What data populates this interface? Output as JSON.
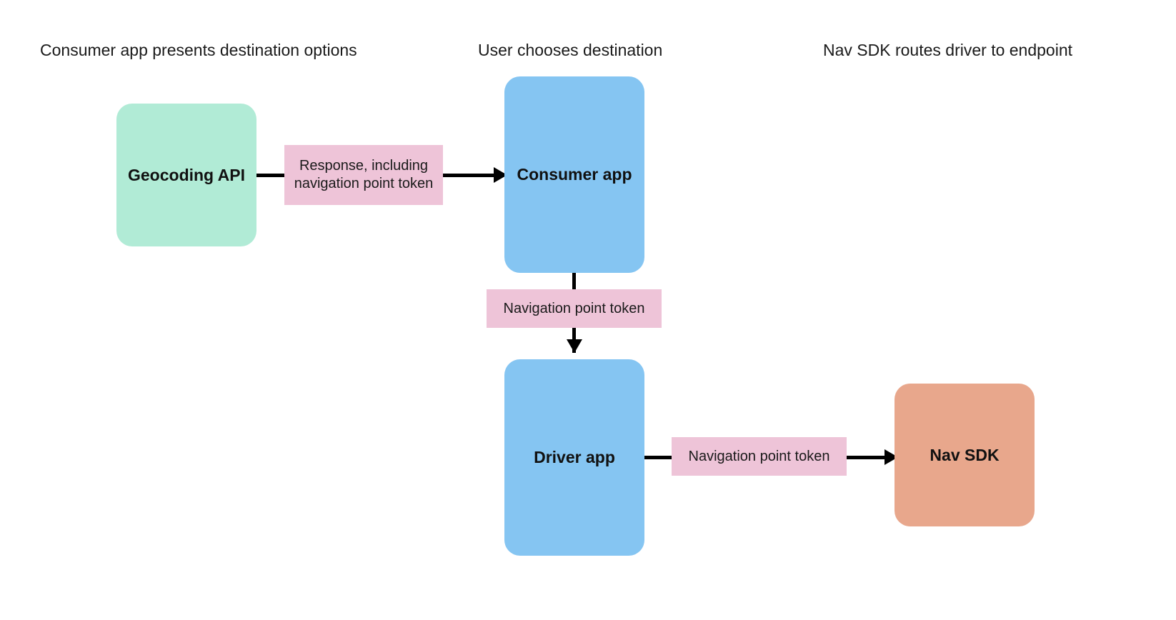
{
  "palette": {
    "background": "#ffffff",
    "green_node": "#b1ebd6",
    "blue_node": "#85c5f2",
    "salmon_node": "#e8a78c",
    "pink_label": "#eec4d8",
    "edge": "#000000",
    "text": "#1a1a1a"
  },
  "column_headings": [
    {
      "label": "Consumer app presents destination options"
    },
    {
      "label": "User chooses destination"
    },
    {
      "label": "Nav SDK routes driver to endpoint"
    }
  ],
  "nodes": [
    {
      "id": "geocoding",
      "label": "Geocoding API",
      "color": "#b1ebd6"
    },
    {
      "id": "consumer",
      "label": "Consumer app",
      "color": "#85c5f2"
    },
    {
      "id": "driver",
      "label": "Driver app",
      "color": "#85c5f2"
    },
    {
      "id": "navsdk",
      "label": "Nav SDK",
      "color": "#e8a78c"
    }
  ],
  "edges": [
    {
      "id": "edge1",
      "from": "Geocoding API",
      "to": "Consumer app",
      "direction": "right",
      "label": "Response, including navigation point token",
      "label_color": "#eec4d8"
    },
    {
      "id": "edge2",
      "from": "Consumer app",
      "to": "Driver app",
      "direction": "down",
      "label": "Navigation point token",
      "label_color": "#eec4d8"
    },
    {
      "id": "edge3",
      "from": "Driver app",
      "to": "Nav SDK",
      "direction": "right",
      "label": "Navigation point token",
      "label_color": "#eec4d8"
    }
  ]
}
